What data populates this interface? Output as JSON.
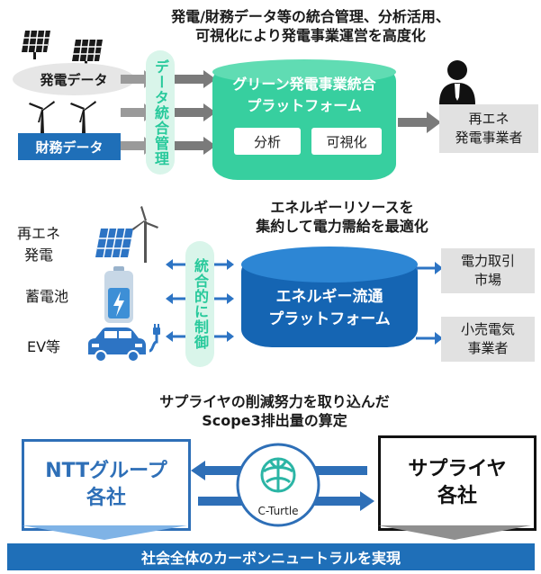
{
  "section1": {
    "heading_line1": "発電/財務データ等の統合管理、分析活用、",
    "heading_line2": "可視化により発電事業運営を高度化",
    "power_data_label": "発電データ",
    "finance_data_label": "財務データ",
    "integration_label": "データ統合管理",
    "platform_title_line1": "グリーン発電事業統合",
    "platform_title_line2": "プラットフォーム",
    "analysis_button": "分析",
    "visualization_button": "可視化",
    "operator_line1": "再エネ",
    "operator_line2": "発電事業者"
  },
  "section2": {
    "heading_line1": "エネルギーリソースを",
    "heading_line2": "集約して電力需給を最適化",
    "renewable_line1": "再エネ",
    "renewable_line2": "発電",
    "battery_label": "蓄電池",
    "ev_label": "EV等",
    "control_label": "統合的に制御",
    "platform_line1": "エネルギー流通",
    "platform_line2": "プラットフォーム",
    "market_line1": "電力取引",
    "market_line2": "市場",
    "retailer_line1": "小売電気",
    "retailer_line2": "事業者"
  },
  "section3": {
    "heading_line1": "サプライヤの削減努力を取り込んだ",
    "heading_line2": "Scope3排出量の算定",
    "left_line1": "NTTグループ",
    "left_line2": "各社",
    "right_line1": "サプライヤ",
    "right_line2": "各社",
    "logo_text": "C-Turtle",
    "bottom_banner": "社会全体のカーボンニュートラルを実現"
  },
  "colors": {
    "green_platform": "#37cf9f",
    "blue_platform": "#1565b3",
    "accent_blue": "#1f6fb8",
    "gray_box": "#e1e1e1",
    "arrow_gray": "#7a7a7a"
  },
  "icons": [
    "solar-panel-icon",
    "wind-turbine-icon",
    "person-icon",
    "battery-icon",
    "ev-car-icon",
    "c-turtle-logo"
  ]
}
